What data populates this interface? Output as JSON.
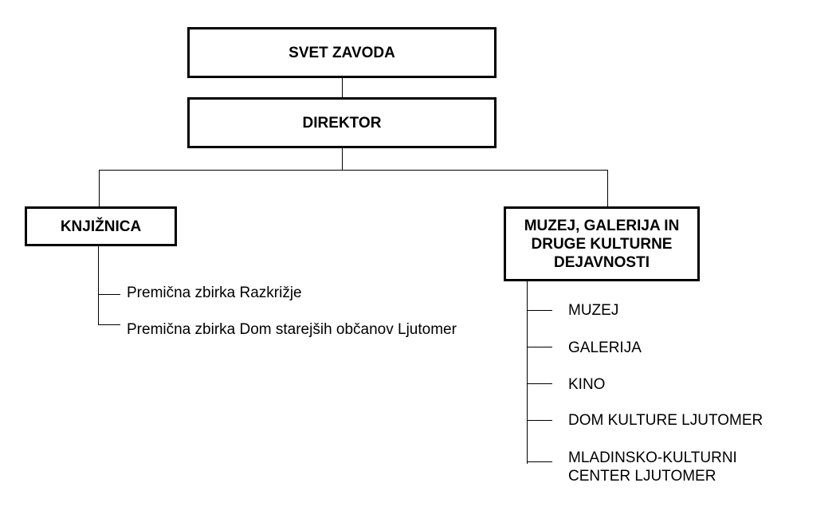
{
  "nodes": {
    "svet_zavoda": "SVET ZAVODA",
    "direktor": "DIREKTOR",
    "knjiznica": "KNJIŽNICA",
    "muzej_galerija": "MUZEJ, GALERIJA IN\nDRUGE KULTURNE\nDEJAVNOSTI"
  },
  "knjiznica_children": [
    "Premična zbirka Razkrižje",
    "Premična zbirka Dom starejših občanov Ljutomer"
  ],
  "muzej_children": [
    "MUZEJ",
    "GALERIJA",
    "KINO",
    "DOM KULTURE LJUTOMER",
    "MLADINSKO-KULTURNI\nCENTER LJUTOMER"
  ]
}
